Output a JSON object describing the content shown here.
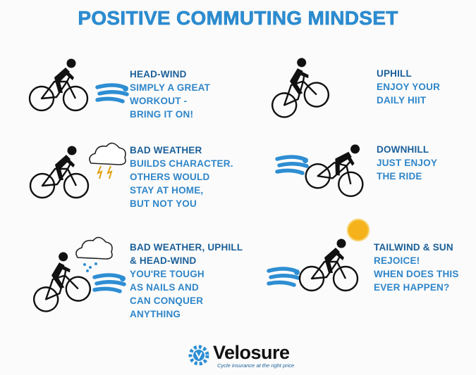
{
  "title": "POSITIVE COMMUTING MINDSET",
  "colors": {
    "title": "#2c8ed3",
    "heading": "#1a5f99",
    "body": "#2f86c9",
    "wind": "#2e8ed3",
    "sun": "#f5b21a",
    "ink": "#111111"
  },
  "panels": [
    {
      "heading": [
        "HEAD-WIND"
      ],
      "body": [
        "SIMPLY A GREAT",
        "WORKOUT -",
        "BRING IT ON!"
      ],
      "icons": [
        "cyclist-icon",
        "wind-icon"
      ]
    },
    {
      "heading": [
        "UPHILL"
      ],
      "body": [
        "ENJOY YOUR",
        "DAILY HIIT"
      ],
      "icons": [
        "cyclist-icon"
      ]
    },
    {
      "heading": [
        "BAD WEATHER"
      ],
      "body": [
        "BUILDS CHARACTER.",
        "OTHERS WOULD",
        "STAY AT HOME,",
        "BUT NOT YOU"
      ],
      "icons": [
        "cyclist-icon",
        "storm-cloud-icon"
      ]
    },
    {
      "heading": [
        "DOWNHILL"
      ],
      "body": [
        "JUST ENJOY",
        "THE RIDE"
      ],
      "icons": [
        "cyclist-icon",
        "wind-icon"
      ]
    },
    {
      "heading": [
        "BAD WEATHER, UPHILL",
        "& HEAD-WIND"
      ],
      "body": [
        "YOU'RE TOUGH",
        "AS NAILS AND",
        "CAN CONQUER",
        "ANYTHING"
      ],
      "icons": [
        "cyclist-icon",
        "rain-cloud-icon",
        "wind-icon"
      ]
    },
    {
      "heading": [
        "TAILWIND & SUN"
      ],
      "body": [
        "REJOICE!",
        "WHEN DOES THIS",
        "EVER HAPPEN?"
      ],
      "icons": [
        "cyclist-icon",
        "sun-icon",
        "wind-icon"
      ]
    }
  ],
  "logo": {
    "brand": "Velosure",
    "tagline": "Cycle insurance at the right price",
    "icon": "gear-logo-icon"
  }
}
